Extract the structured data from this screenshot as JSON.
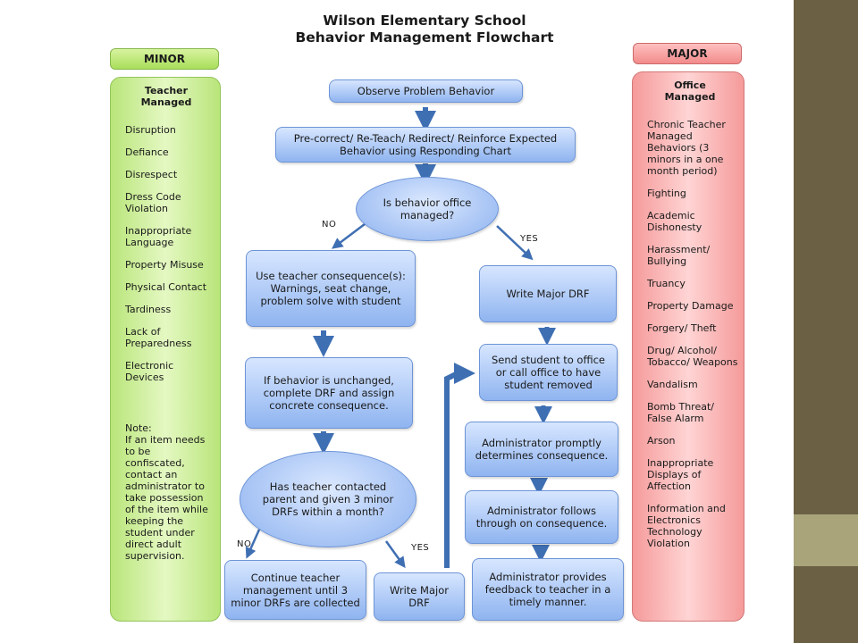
{
  "title": {
    "line1": "Wilson Elementary School",
    "line2": "Behavior Management Flowchart"
  },
  "minor": {
    "tag": "MINOR",
    "header": "Teacher Managed",
    "items": [
      "Disruption",
      "Defiance",
      "Disrespect",
      "Dress Code Violation",
      "Inappropriate Language",
      "Property Misuse",
      "Physical Contact",
      "Tardiness",
      "Lack of Preparedness",
      "Electronic Devices"
    ],
    "note_title": "Note:",
    "note_text": "If an item needs to be confiscated, contact an administrator to take possession of the item while keeping the student under direct adult supervision."
  },
  "major": {
    "tag": "MAJOR",
    "header": "Office Managed",
    "items": [
      "Chronic Teacher Managed Behaviors (3 minors in a one month period)",
      "Fighting",
      "Academic Dishonesty",
      "Harassment/ Bullying",
      "Truancy",
      "Property Damage",
      "Forgery/ Theft",
      "Drug/ Alcohol/ Tobacco/ Weapons",
      "Vandalism",
      "Bomb Threat/ False Alarm",
      "Arson",
      "Inappropriate Displays of Affection",
      "Information and Electronics Technology Violation"
    ]
  },
  "flow": {
    "observe": "Observe Problem Behavior",
    "precorrect": "Pre-correct/ Re-Teach/ Redirect/ Reinforce Expected Behavior using Responding Chart",
    "decision1": "Is behavior office managed?",
    "no1": "NO",
    "yes1": "YES",
    "teacher_consequence": "Use teacher consequence(s): Warnings, seat change, problem solve with student",
    "unchanged": "If behavior is unchanged, complete DRF and assign concrete consequence.",
    "decision2": "Has teacher contacted parent and given 3 minor DRFs within a month?",
    "no2": "NO",
    "yes2": "YES",
    "continue": "Continue teacher management until 3 minor DRFs are collected",
    "write_major_left": "Write Major DRF",
    "write_major_right": "Write Major DRF",
    "send_student": "Send student to office or call office to have student removed",
    "admin_determines": "Administrator promptly determines consequence.",
    "admin_follows": "Administrator follows through on consequence.",
    "admin_feedback": "Administrator provides feedback to teacher in a timely manner."
  },
  "colors": {
    "minor": "#b9e57a",
    "major": "#f59a9a",
    "flow_box": "#8fb4f0",
    "arrow": "#3f6fb3",
    "strip": "#6b5f44"
  }
}
